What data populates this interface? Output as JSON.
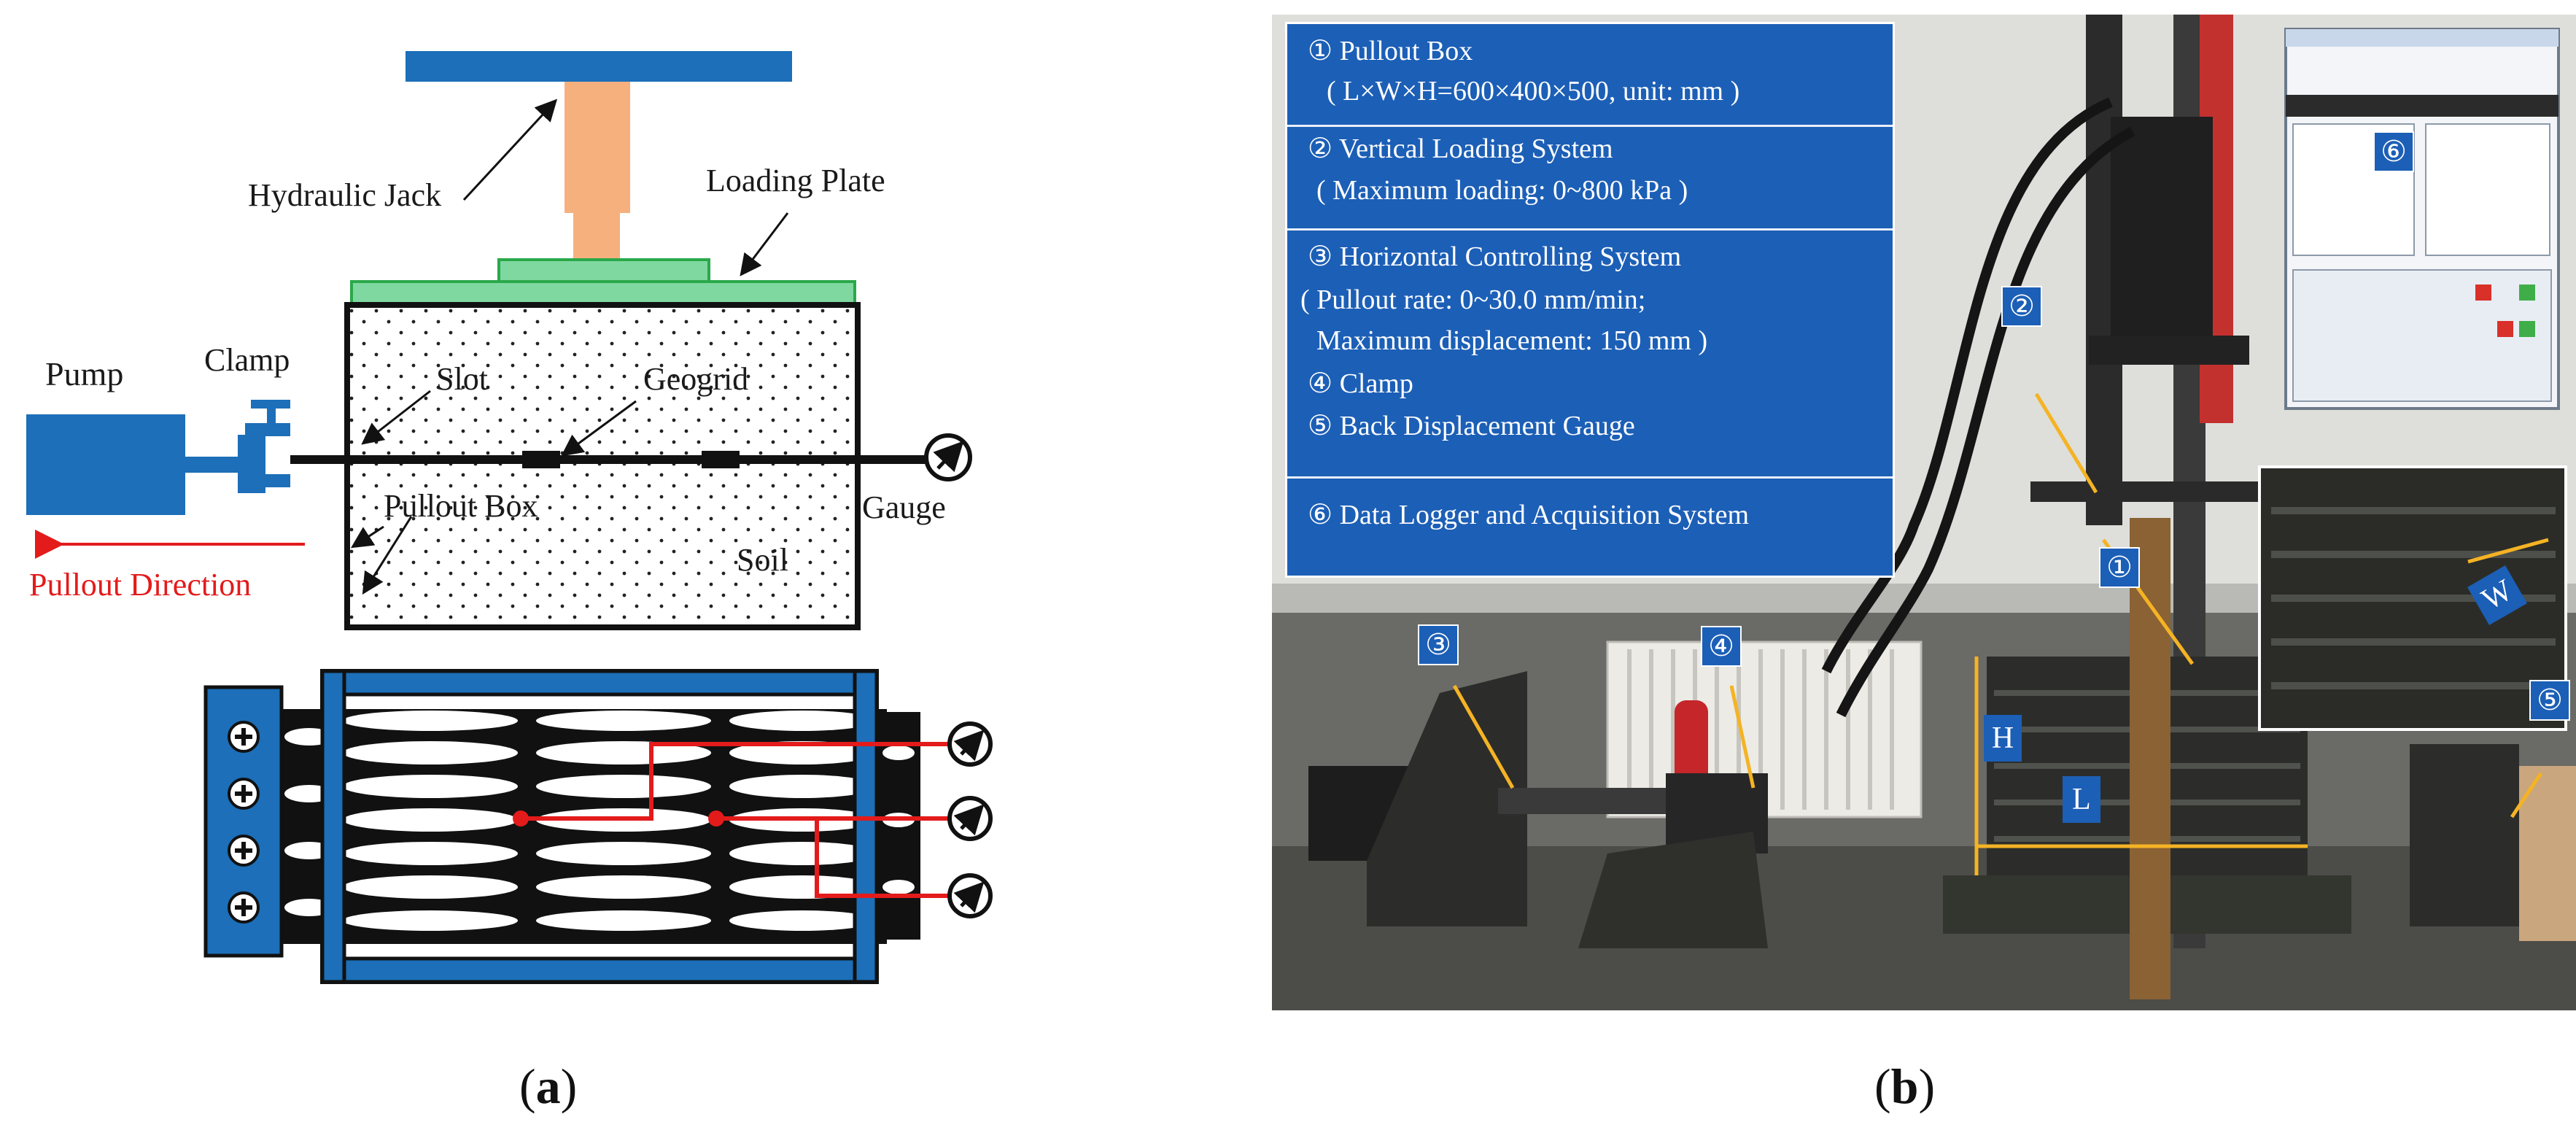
{
  "panel_a": {
    "labels": {
      "hydraulic_jack": "Hydraulic Jack",
      "loading_plate": "Loading Plate",
      "pump": "Pump",
      "clamp": "Clamp",
      "slot": "Slot",
      "geogrid": "Geogrid",
      "pullout_box": "Pullout Box",
      "gauge": "Gauge",
      "soil": "Soil",
      "pullout_direction": "Pullout Direction"
    },
    "caption_letter": "a"
  },
  "panel_b": {
    "legend": {
      "line1": "① Pullout Box",
      "line2": "( L×W×H=600×400×500, unit: mm )",
      "line3": "② Vertical Loading System",
      "line4": "( Maximum loading: 0~800 kPa )",
      "line5": "③ Horizontal Controlling System",
      "line6": "( Pullout rate: 0~30.0 mm/min;",
      "line7": "Maximum displacement: 150 mm )",
      "line8": "④ Clamp",
      "line9": "⑤ Back Displacement Gauge",
      "line10": "⑥ Data Logger and Acquisition System"
    },
    "tags": {
      "t1": "①",
      "t2": "②",
      "t3": "③",
      "t4": "④",
      "t5": "⑤",
      "t6": "⑥"
    },
    "dims": {
      "h": "H",
      "l": "L",
      "w": "W"
    },
    "caption_letter": "b"
  },
  "colors": {
    "blue": "#1c6fb8",
    "green": "#7fd8a0",
    "jack": "#f6b07e",
    "red": "#e31b1b",
    "label_bg": "#1c5fb6",
    "arrow": "#f5b324"
  }
}
